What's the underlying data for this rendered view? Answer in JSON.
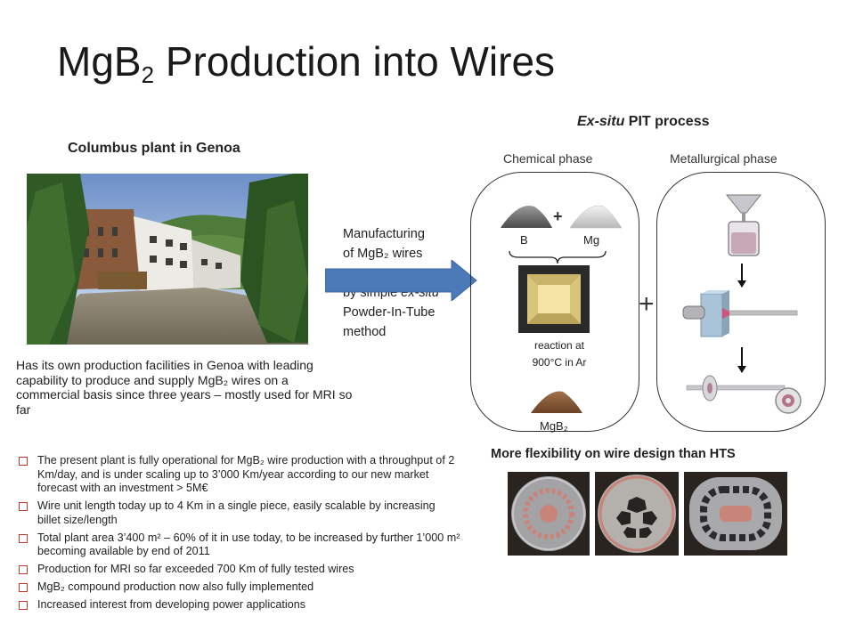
{
  "title": {
    "main": "MgB",
    "sub": "2",
    "rest": " Production into Wires"
  },
  "left": {
    "heading": "Columbus plant in Genoa",
    "description": "Has its own production facilities in Genoa with leading capability to produce and supply MgB₂ wires on a commercial basis since three years – mostly used for MRI so far"
  },
  "manufacturing": {
    "line1": "Manufacturing",
    "line2": "of MgB₂ wires",
    "line3a": "by simple ",
    "line3b": "ex-situ",
    "line4": "Powder-In-Tube",
    "line5": "method"
  },
  "process": {
    "title_italic": "Ex-situ",
    "title_rest": " PIT process",
    "chemical_label": "Chemical phase",
    "metallurgical_label": "Metallurgical phase",
    "b_label": "B",
    "mg_label": "Mg",
    "plus_small": "+",
    "plus_big": "+",
    "reaction_line1": "reaction at",
    "reaction_line2": "900°C in Ar",
    "product": "MgB₂"
  },
  "flexibility": {
    "heading": "More flexibility on wire design than HTS"
  },
  "bullets": [
    "The present plant is fully operational for MgB₂ wire production with a throughput of 2 Km/day, and is under scaling up to 3’000  Km/year according to our new market forecast with an investment > 5M€",
    "Wire unit length today up to 4 Km in a single piece, easily scalable by increasing billet size/length",
    "Total plant area 3’400 m² – 60% of it in use today, to be increased by further 1’000 m² becoming available by end of 2011",
    "Production for MRI so far exceeded 700 Km of fully tested wires",
    "MgB₂ compound production now also fully implemented",
    "Increased interest from developing power applications"
  ],
  "colors": {
    "arrow": "#4a7ab8",
    "bullet_box": "#c0392b",
    "furnace": "#f4e3a4"
  }
}
